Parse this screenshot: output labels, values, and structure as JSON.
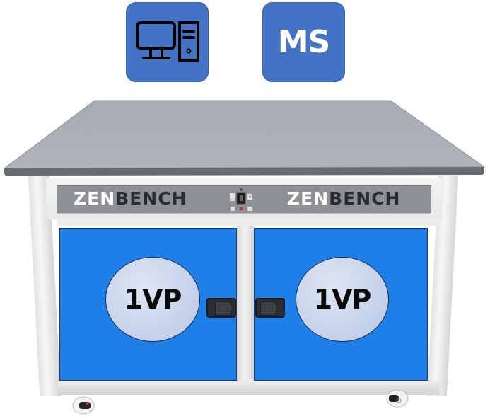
{
  "badges": [
    {
      "id": "computer",
      "icon": "desktop-computer-icon",
      "label": "",
      "color": "#4472c4"
    },
    {
      "id": "ms",
      "icon": "",
      "label": "MS",
      "color": "#4472c4"
    }
  ],
  "bench": {
    "brand_left": {
      "zen": "ZEN",
      "bench": "BENCH"
    },
    "brand_right": {
      "zen": "ZEN",
      "bench": "BENCH"
    },
    "doors": [
      {
        "position": "left",
        "label": "1VP",
        "color": "#1f7fe8"
      },
      {
        "position": "right",
        "label": "1VP",
        "color": "#1f7fe8"
      }
    ],
    "tabletop_color": "#a9adb6",
    "strip_color": "#8e9194"
  }
}
